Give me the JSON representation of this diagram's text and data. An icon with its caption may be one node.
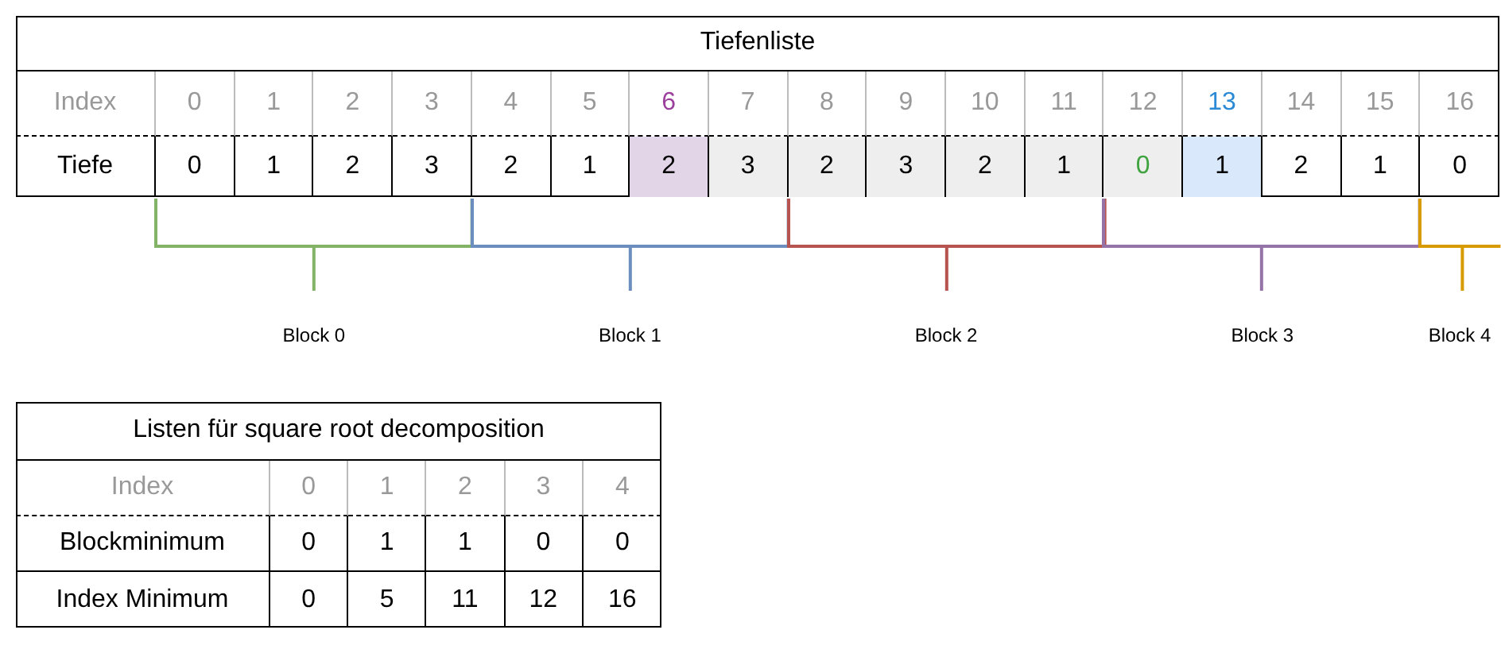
{
  "diagram": {
    "labels": [
      "Tiefenliste",
      "Index",
      "0",
      "1",
      "2",
      "3",
      "4",
      "5",
      "6",
      "7",
      "8",
      "9",
      "10",
      "11",
      "12",
      "13",
      "14",
      "15",
      "16",
      "Tiefe",
      "0",
      "1",
      "2",
      "3",
      "2",
      "1",
      "2",
      "3",
      "2",
      "3",
      "2",
      "1",
      "0",
      "1",
      "2",
      "1",
      "0",
      "Block 0",
      "Block 1",
      "Block 2",
      "Block 3",
      "Block 4",
      "Listen für square root decomposition",
      "Index",
      "0",
      "1",
      "2",
      "3",
      "4",
      "Blockminimum",
      "0",
      "1",
      "1",
      "0",
      "0",
      "Index Minimum",
      "0",
      "5",
      "11",
      "12",
      "16"
    ]
  }
}
